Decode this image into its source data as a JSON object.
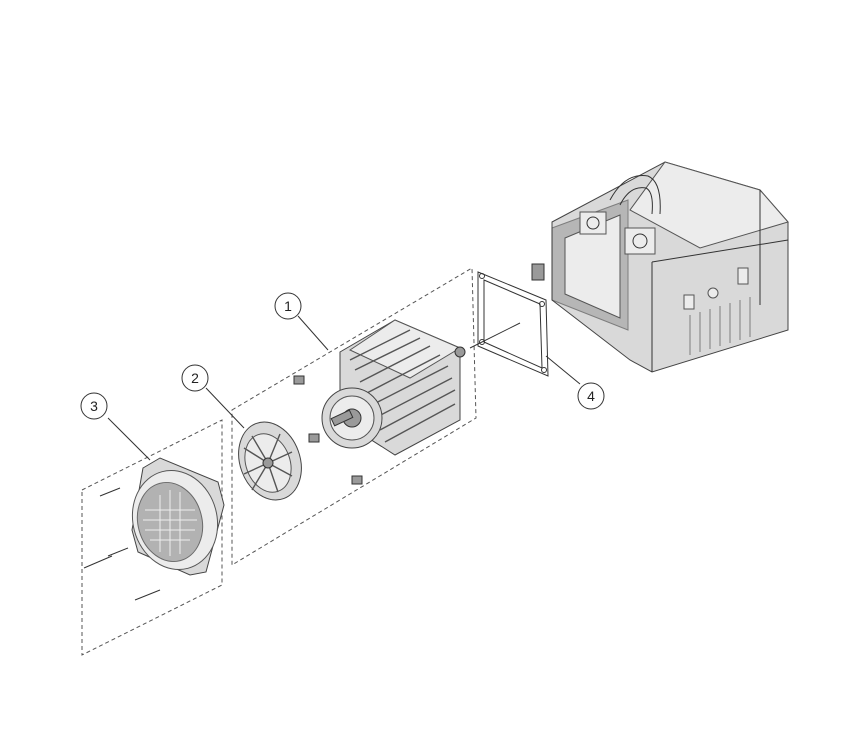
{
  "callouts": [
    {
      "label": "1"
    },
    {
      "label": "2"
    },
    {
      "label": "3"
    },
    {
      "label": "4"
    }
  ],
  "colors": {
    "line": "#333333",
    "part_fill": "#d9d9d9",
    "part_dark": "#9a9a9a",
    "background": "#ffffff"
  }
}
